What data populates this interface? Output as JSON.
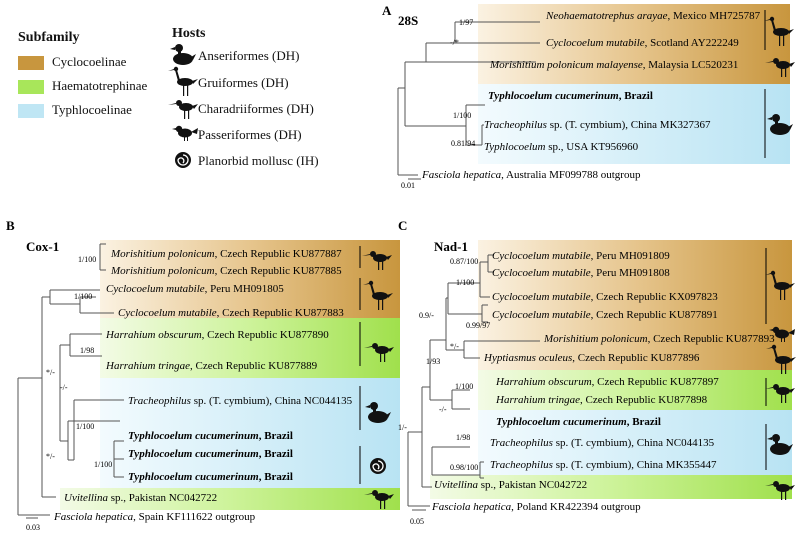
{
  "legend": {
    "subfamily_title": "Subfamily",
    "hosts_title": "Hosts",
    "subfamilies": [
      {
        "label": "Cyclocoelinae",
        "color": "#c8963e"
      },
      {
        "label": "Haematotrephinae",
        "color": "#a8e65a"
      },
      {
        "label": "Typhlocoelinae",
        "color": "#bfe6f4"
      }
    ],
    "hosts": [
      {
        "label": "Anseriformes (DH)",
        "icon": "duck-icon"
      },
      {
        "label": "Gruiformes (DH)",
        "icon": "crane-icon"
      },
      {
        "label": "Charadriiformes (DH)",
        "icon": "shorebird-icon"
      },
      {
        "label": "Passeriformes (DH)",
        "icon": "songbird-icon"
      },
      {
        "label": "Planorbid mollusc (IH)",
        "icon": "snail-icon"
      }
    ]
  },
  "panelA": {
    "letter": "A",
    "gene": "28S",
    "scale": "0.01",
    "support": [
      "1/97",
      "-/*",
      "1/100",
      "0.81/94"
    ],
    "taxa": [
      {
        "name": "Neohaematotrephus arayae",
        "rest": ", Mexico MH725787"
      },
      {
        "name": "Cyclocoelum mutabile",
        "rest": ", Scotland AY222249"
      },
      {
        "name": "Morishitium polonicum malayense",
        "rest": ", Malaysia LC520231"
      },
      {
        "name": "Typhlocoelum cucumerinum",
        "rest": ", Brazil"
      },
      {
        "name": "Tracheophilus",
        "rest": " sp. (T. cymbium), China MK327367"
      },
      {
        "name": "Typhlocoelum",
        "rest": " sp., USA KT956960"
      },
      {
        "name": "Fasciola hepatica",
        "rest": ", Australia MF099788 outgroup"
      }
    ]
  },
  "panelB": {
    "letter": "B",
    "gene": "Cox-1",
    "scale": "0.03",
    "support": [
      "1/100",
      "1/100",
      "1/98",
      "*/-",
      "-/-",
      "1/100",
      "*/-",
      "1/100"
    ],
    "taxa": [
      {
        "name": "Morishitium polonicum",
        "rest": ", Czech Republic KU877887"
      },
      {
        "name": "Morishitium polonicum",
        "rest": ", Czech Republic KU877885"
      },
      {
        "name": "Cyclocoelum mutabile",
        "rest": ", Peru MH091805"
      },
      {
        "name": "Cyclocoelum mutabile",
        "rest": ", Czech Republic KU877883"
      },
      {
        "name": "Harrahium obscurum",
        "rest": ", Czech Republic KU877890"
      },
      {
        "name": "Harrahium tringae",
        "rest": ", Czech Republic KU877889"
      },
      {
        "name": "Tracheophilus",
        "rest": " sp. (T. cymbium), China NC044135"
      },
      {
        "name": "Typhlocoelum cucumerinum",
        "rest": ", Brazil"
      },
      {
        "name": "Typhlocoelum cucumerinum",
        "rest": ", Brazil"
      },
      {
        "name": "Typhlocoelum cucumerinum",
        "rest": ", Brazil"
      },
      {
        "name": "Uvitellina",
        "rest": " sp., Pakistan NC042722"
      },
      {
        "name": "Fasciola hepatica",
        "rest": ", Spain KF111622 outgroup"
      }
    ]
  },
  "panelC": {
    "letter": "C",
    "gene": "Nad-1",
    "scale": "0.05",
    "support": [
      "0.87/100",
      "1/100",
      "0.99/97",
      "0.9/-",
      "*/-",
      "1/93",
      "1/100",
      "-/-",
      "1/-",
      "1/98",
      "0.98/100"
    ],
    "taxa": [
      {
        "name": "Cyclocoelum mutabile",
        "rest": ", Peru MH091809"
      },
      {
        "name": "Cyclocoelum mutabile",
        "rest": ", Peru MH091808"
      },
      {
        "name": "Cyclocoelum mutabile",
        "rest": ", Czech Republic KX097823"
      },
      {
        "name": "Cyclocoelum mutabile",
        "rest": ", Czech Republic KU877891"
      },
      {
        "name": "Morishitium polonicum",
        "rest": ", Czech Republic KU877893"
      },
      {
        "name": "Hyptiasmus oculeus",
        "rest": ", Czech Republic KU877896"
      },
      {
        "name": "Harrahium obscurum",
        "rest": ", Czech Republic KU877897"
      },
      {
        "name": "Harrahium tringae",
        "rest": ", Czech Republic KU877898"
      },
      {
        "name": "Typhlocoelum cucumerinum",
        "rest": ", Brazil"
      },
      {
        "name": "Tracheophilus",
        "rest": " sp. (T. cymbium), China NC044135"
      },
      {
        "name": "Tracheophilus",
        "rest": " sp. (T. cymbium), China MK355447"
      },
      {
        "name": "Uvitellina",
        "rest": " sp., Pakistan NC042722"
      },
      {
        "name": "Fasciola hepatica",
        "rest": ", Poland KR422394 outgroup"
      }
    ]
  }
}
